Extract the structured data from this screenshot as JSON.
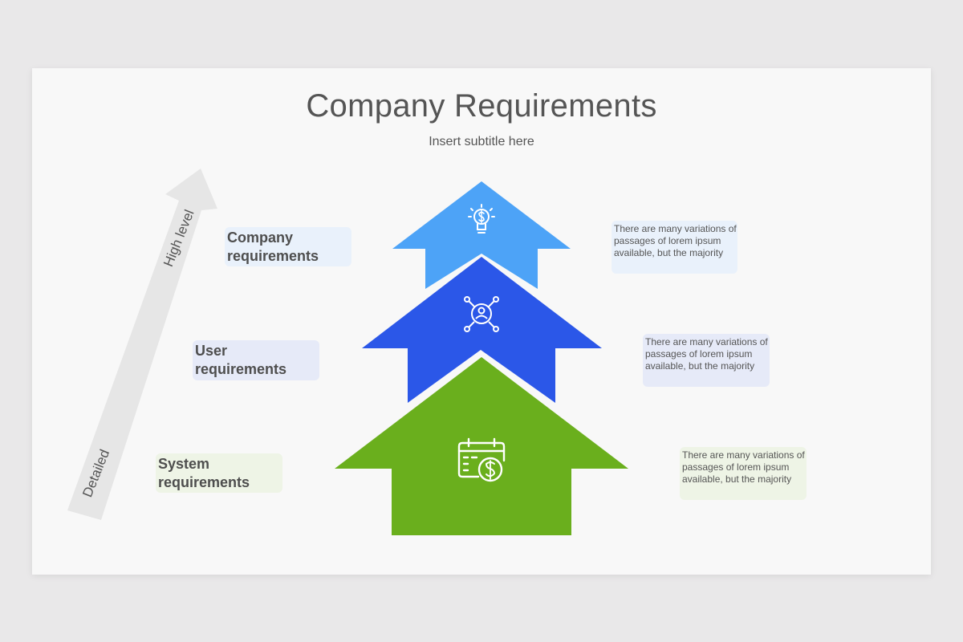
{
  "title": "Company Requirements",
  "subtitle": "Insert subtitle here",
  "axis": {
    "top_label": "High level",
    "bottom_label": "Detailed"
  },
  "levels": [
    {
      "label": "Company requirements",
      "label_lines": [
        "Company",
        "requirements"
      ],
      "description": "There are many variations of passages of lorem ipsum available, but the majority",
      "icon": "lightbulb-dollar-icon",
      "color": "#4da3f7"
    },
    {
      "label": "User requirements",
      "label_lines": [
        "User",
        "requirements"
      ],
      "description": "There are many variations of passages of lorem ipsum available, but the majority",
      "icon": "user-network-icon",
      "color": "#2b57e8"
    },
    {
      "label": "System requirements",
      "label_lines": [
        "System",
        "requirements"
      ],
      "description": "There are many variations of passages of lorem ipsum available, but the majority",
      "icon": "calendar-dollar-icon",
      "color": "#6aaf1d"
    }
  ],
  "colors": {
    "background": "#e9e8e9",
    "slide": "#f8f8f8",
    "company_box": "#e9f1fb",
    "user_box": "#e6eaf8",
    "system_box": "#eef4e6",
    "axis_arrow": "#e6e6e6"
  }
}
